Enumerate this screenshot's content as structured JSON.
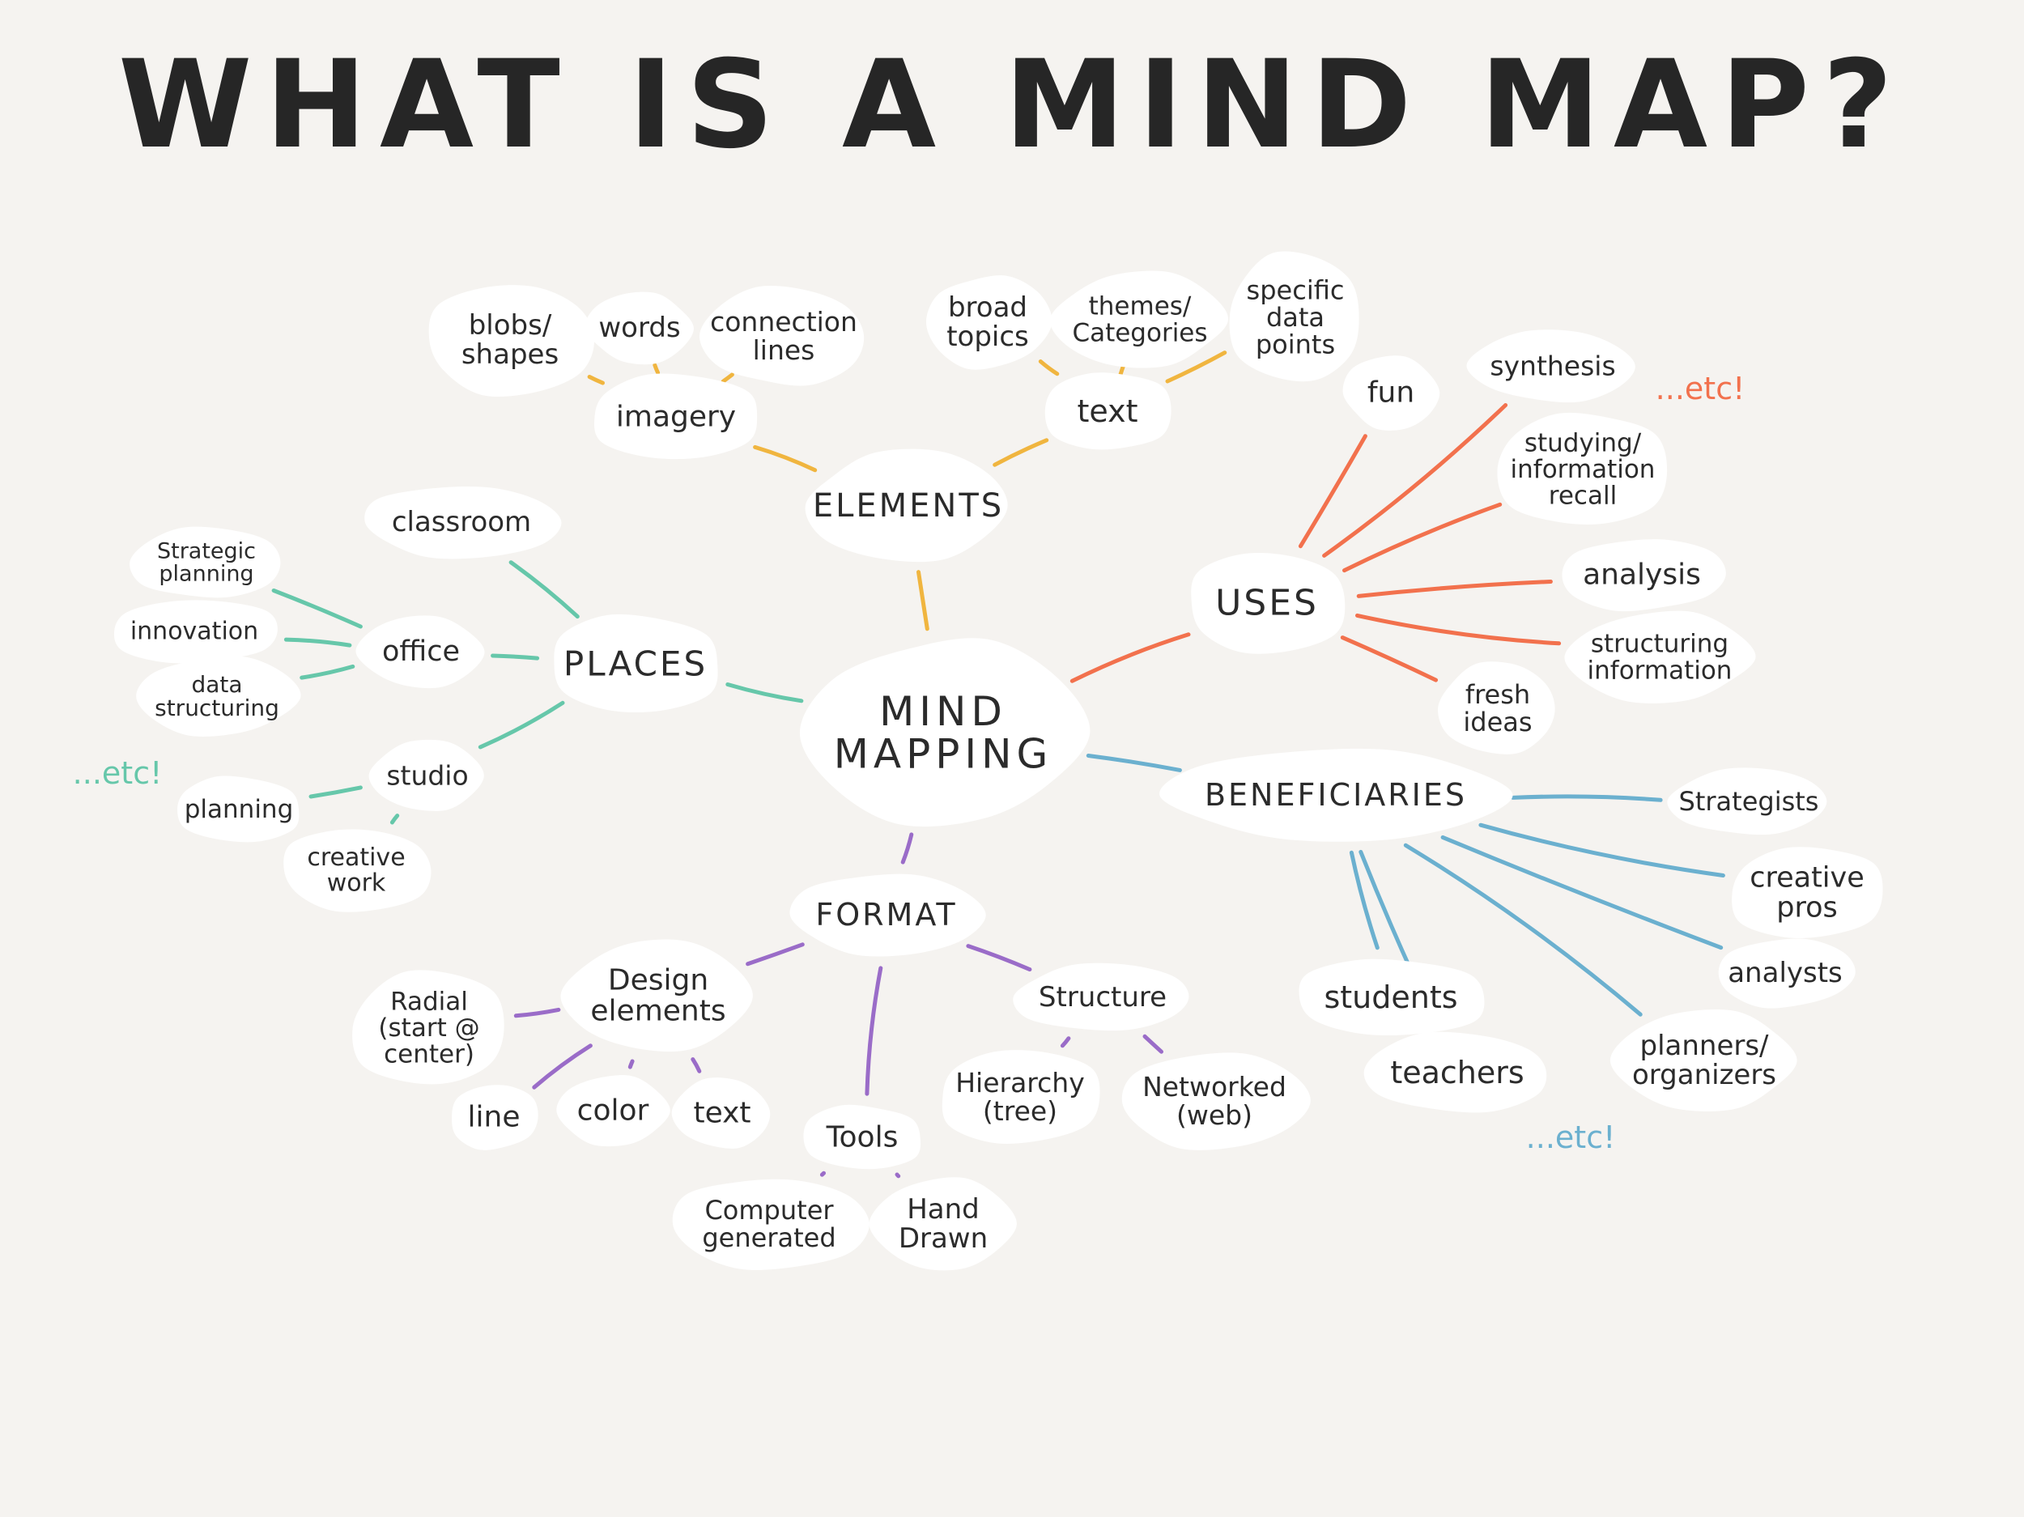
{
  "title": "WHAT IS A MIND MAP?",
  "colors": {
    "elements": "#f0b53f",
    "uses": "#f2714d",
    "places": "#66c7aa",
    "beneficiaries": "#6bb0cf",
    "format": "#9a6cc8"
  },
  "etc_labels": {
    "uses": "...etc!",
    "places": "...etc!",
    "beneficiaries": "...etc!"
  },
  "nodes": [
    {
      "id": "mind-mapping",
      "lines": [
        "MIND",
        "MAPPING"
      ]
    },
    {
      "id": "elements",
      "lines": [
        "ELEMENTS"
      ]
    },
    {
      "id": "imagery",
      "lines": [
        "imagery"
      ]
    },
    {
      "id": "blobs-shapes",
      "lines": [
        "blobs/",
        "shapes"
      ]
    },
    {
      "id": "words",
      "lines": [
        "words"
      ]
    },
    {
      "id": "connection-lines",
      "lines": [
        "connection",
        "lines"
      ]
    },
    {
      "id": "text-el",
      "lines": [
        "text"
      ]
    },
    {
      "id": "broad-topics",
      "lines": [
        "broad",
        "topics"
      ]
    },
    {
      "id": "themes-categories",
      "lines": [
        "themes/",
        "Categories"
      ]
    },
    {
      "id": "specific-data-points",
      "lines": [
        "specific",
        "data",
        "points"
      ]
    },
    {
      "id": "uses",
      "lines": [
        "USES"
      ]
    },
    {
      "id": "fun",
      "lines": [
        "fun"
      ]
    },
    {
      "id": "synthesis",
      "lines": [
        "synthesis"
      ]
    },
    {
      "id": "studying",
      "lines": [
        "studying/",
        "information",
        "recall"
      ]
    },
    {
      "id": "analysis",
      "lines": [
        "analysis"
      ]
    },
    {
      "id": "structuring-information",
      "lines": [
        "structuring",
        "information"
      ]
    },
    {
      "id": "fresh-ideas",
      "lines": [
        "fresh",
        "ideas"
      ]
    },
    {
      "id": "places",
      "lines": [
        "PLACES"
      ]
    },
    {
      "id": "classroom",
      "lines": [
        "classroom"
      ]
    },
    {
      "id": "office",
      "lines": [
        "office"
      ]
    },
    {
      "id": "strategic-planning",
      "lines": [
        "Strategic",
        "planning"
      ]
    },
    {
      "id": "innovation",
      "lines": [
        "innovation"
      ]
    },
    {
      "id": "data-structuring",
      "lines": [
        "data",
        "structuring"
      ]
    },
    {
      "id": "studio",
      "lines": [
        "studio"
      ]
    },
    {
      "id": "planning",
      "lines": [
        "planning"
      ]
    },
    {
      "id": "creative-work",
      "lines": [
        "creative",
        "work"
      ]
    },
    {
      "id": "beneficiaries",
      "lines": [
        "BENEFICIARIES"
      ]
    },
    {
      "id": "strategists",
      "lines": [
        "Strategists"
      ]
    },
    {
      "id": "creative-pros",
      "lines": [
        "creative",
        "pros"
      ]
    },
    {
      "id": "analysts",
      "lines": [
        "analysts"
      ]
    },
    {
      "id": "planners-organizers",
      "lines": [
        "planners/",
        "organizers"
      ]
    },
    {
      "id": "teachers",
      "lines": [
        "teachers"
      ]
    },
    {
      "id": "students",
      "lines": [
        "students"
      ]
    },
    {
      "id": "format",
      "lines": [
        "FORMAT"
      ]
    },
    {
      "id": "design-elements",
      "lines": [
        "Design",
        "elements"
      ]
    },
    {
      "id": "radial",
      "lines": [
        "Radial",
        "(start @",
        "center)"
      ]
    },
    {
      "id": "line",
      "lines": [
        "line"
      ]
    },
    {
      "id": "color",
      "lines": [
        "color"
      ]
    },
    {
      "id": "text-fmt",
      "lines": [
        "text"
      ]
    },
    {
      "id": "tools",
      "lines": [
        "Tools"
      ]
    },
    {
      "id": "computer-generated",
      "lines": [
        "Computer",
        "generated"
      ]
    },
    {
      "id": "hand-drawn",
      "lines": [
        "Hand",
        "Drawn"
      ]
    },
    {
      "id": "structure",
      "lines": [
        "Structure"
      ]
    },
    {
      "id": "hierarchy",
      "lines": [
        "Hierarchy",
        "(tree)"
      ]
    },
    {
      "id": "networked",
      "lines": [
        "Networked",
        "(web)"
      ]
    }
  ],
  "links": [
    {
      "from": "mind-mapping",
      "to": "elements",
      "branch": "elements"
    },
    {
      "from": "elements",
      "to": "imagery",
      "branch": "elements"
    },
    {
      "from": "elements",
      "to": "text-el",
      "branch": "elements"
    },
    {
      "from": "imagery",
      "to": "blobs-shapes",
      "branch": "elements"
    },
    {
      "from": "imagery",
      "to": "words",
      "branch": "elements"
    },
    {
      "from": "imagery",
      "to": "connection-lines",
      "branch": "elements"
    },
    {
      "from": "text-el",
      "to": "broad-topics",
      "branch": "elements"
    },
    {
      "from": "text-el",
      "to": "themes-categories",
      "branch": "elements"
    },
    {
      "from": "text-el",
      "to": "specific-data-points",
      "branch": "elements"
    },
    {
      "from": "mind-mapping",
      "to": "uses",
      "branch": "uses"
    },
    {
      "from": "uses",
      "to": "fun",
      "branch": "uses"
    },
    {
      "from": "uses",
      "to": "synthesis",
      "branch": "uses"
    },
    {
      "from": "uses",
      "to": "studying",
      "branch": "uses"
    },
    {
      "from": "uses",
      "to": "analysis",
      "branch": "uses"
    },
    {
      "from": "uses",
      "to": "structuring-information",
      "branch": "uses"
    },
    {
      "from": "uses",
      "to": "fresh-ideas",
      "branch": "uses"
    },
    {
      "from": "mind-mapping",
      "to": "places",
      "branch": "places"
    },
    {
      "from": "places",
      "to": "classroom",
      "branch": "places"
    },
    {
      "from": "places",
      "to": "office",
      "branch": "places"
    },
    {
      "from": "places",
      "to": "studio",
      "branch": "places"
    },
    {
      "from": "office",
      "to": "strategic-planning",
      "branch": "places"
    },
    {
      "from": "office",
      "to": "innovation",
      "branch": "places"
    },
    {
      "from": "office",
      "to": "data-structuring",
      "branch": "places"
    },
    {
      "from": "studio",
      "to": "planning",
      "branch": "places"
    },
    {
      "from": "studio",
      "to": "creative-work",
      "branch": "places"
    },
    {
      "from": "mind-mapping",
      "to": "beneficiaries",
      "branch": "beneficiaries"
    },
    {
      "from": "beneficiaries",
      "to": "strategists",
      "branch": "beneficiaries"
    },
    {
      "from": "beneficiaries",
      "to": "creative-pros",
      "branch": "beneficiaries"
    },
    {
      "from": "beneficiaries",
      "to": "analysts",
      "branch": "beneficiaries"
    },
    {
      "from": "beneficiaries",
      "to": "planners-organizers",
      "branch": "beneficiaries"
    },
    {
      "from": "beneficiaries",
      "to": "teachers",
      "branch": "beneficiaries"
    },
    {
      "from": "beneficiaries",
      "to": "students",
      "branch": "beneficiaries"
    },
    {
      "from": "mind-mapping",
      "to": "format",
      "branch": "format"
    },
    {
      "from": "format",
      "to": "design-elements",
      "branch": "format"
    },
    {
      "from": "format",
      "to": "tools",
      "branch": "format"
    },
    {
      "from": "format",
      "to": "structure",
      "branch": "format"
    },
    {
      "from": "design-elements",
      "to": "radial",
      "branch": "format"
    },
    {
      "from": "design-elements",
      "to": "line",
      "branch": "format"
    },
    {
      "from": "design-elements",
      "to": "color",
      "branch": "format"
    },
    {
      "from": "design-elements",
      "to": "text-fmt",
      "branch": "format"
    },
    {
      "from": "tools",
      "to": "computer-generated",
      "branch": "format"
    },
    {
      "from": "tools",
      "to": "hand-drawn",
      "branch": "format"
    },
    {
      "from": "structure",
      "to": "hierarchy",
      "branch": "format"
    },
    {
      "from": "structure",
      "to": "networked",
      "branch": "format"
    }
  ]
}
